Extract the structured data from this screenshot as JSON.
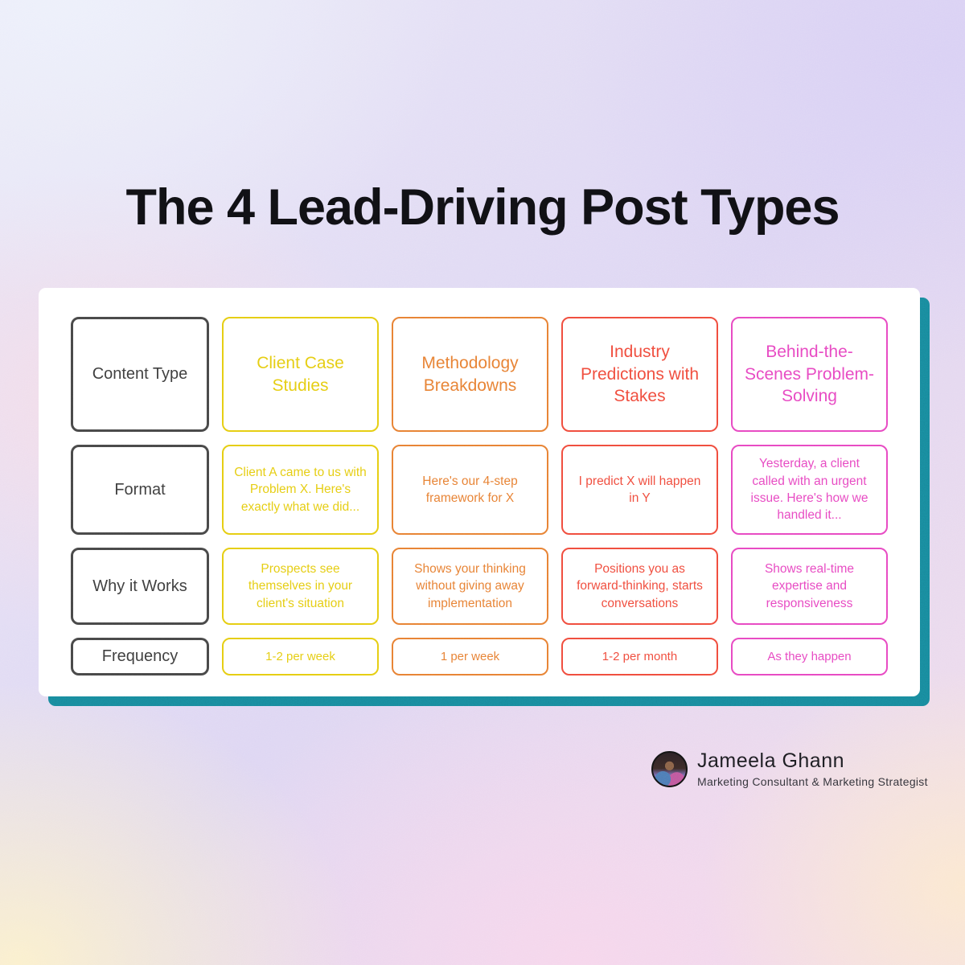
{
  "title": "The 4 Lead-Driving Post Types",
  "colors": {
    "teal_shadow": "#18899c",
    "label_border": "#474747",
    "title_text": "#101014"
  },
  "table": {
    "row_labels": [
      "Content Type",
      "Format",
      "Why it Works",
      "Frequency"
    ],
    "columns": [
      {
        "name": "Client Case Studies",
        "color": "#e5cc12",
        "format": "Client A came to us with Problem X. Here's exactly what we did...",
        "why_it_works": "Prospects see themselves in your client's situation",
        "frequency": "1-2 per week"
      },
      {
        "name": "Methodology Breakdowns",
        "color": "#e77f33",
        "format": "Here's our 4-step framework for X",
        "why_it_works": "Shows your thinking without giving away implementation",
        "frequency": "1 per week"
      },
      {
        "name": "Industry Predictions with Stakes",
        "color": "#f04b3c",
        "format": "I predict X will happen in Y",
        "why_it_works": "Positions you as forward-thinking, starts conversations",
        "frequency": "1-2 per month"
      },
      {
        "name": "Behind-the-Scenes Problem-Solving",
        "color": "#e748c1",
        "format": "Yesterday, a client called with an urgent issue. Here's how we handled it...",
        "why_it_works": "Shows real-time expertise and responsiveness",
        "frequency": "As they happen"
      }
    ]
  },
  "footer": {
    "name": "Jameela Ghann",
    "role": "Marketing Consultant & Marketing  Strategist"
  }
}
